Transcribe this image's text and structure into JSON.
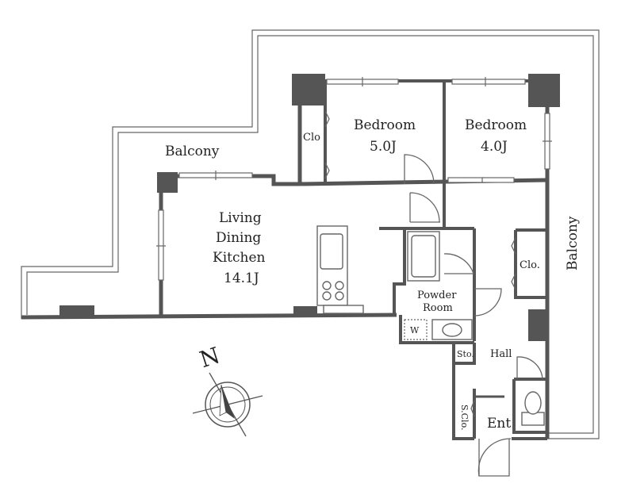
{
  "rooms": {
    "balcony_west": "Balcony",
    "balcony_east": "Balcony",
    "bedroom_a": {
      "name": "Bedroom",
      "size": "5.0J"
    },
    "bedroom_b": {
      "name": "Bedroom",
      "size": "4.0J"
    },
    "closet_small": "Clo",
    "closet_hall": "Clo.",
    "ldk": {
      "line1": "Living",
      "line2": "Dining",
      "line3": "Kitchen",
      "size": "14.1J"
    },
    "powder": {
      "line1": "Powder",
      "line2": "Room"
    },
    "washer": "W",
    "storage": "Sto.",
    "hall": "Hall",
    "shoe_closet": "S.Clo.",
    "entrance": "Ent"
  },
  "compass": {
    "north": "N"
  },
  "colors": {
    "wall": "#555555",
    "line": "#666666",
    "background": "#ffffff"
  }
}
